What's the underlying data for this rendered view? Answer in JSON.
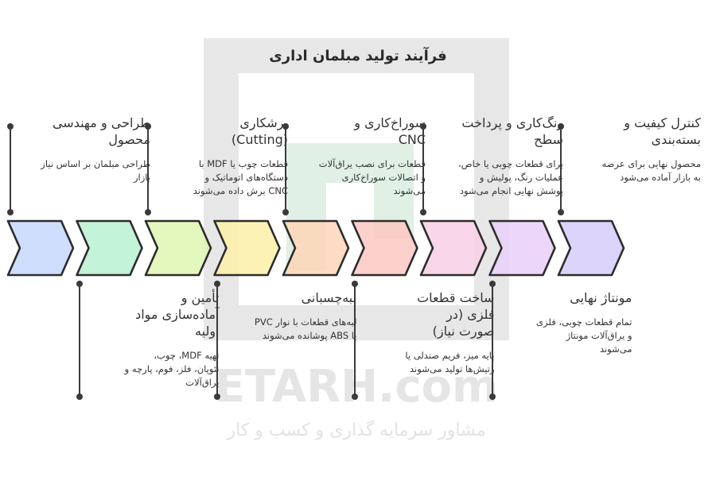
{
  "title": "فرآیند تولید مبلمان اداری",
  "watermark": {
    "brand": "ETARH.com",
    "tagline": "مشاور سرمایه گذاری و کسب و کار"
  },
  "steps": [
    {
      "title": "طراحی و مهندسی\nمحصول",
      "desc": "طراحی مبلمان بر اساس نیاز\nبازار",
      "position": "top",
      "color": "#c7d8fb"
    },
    {
      "title": "تأمین و\nآماده‌سازی مواد\nاولیه",
      "desc": "تهیه MDF، چوب،\nنئوپان، فلز، فوم، پارچه و\nیراق‌آلات",
      "position": "bottom",
      "color": "#b8f1d1"
    },
    {
      "title": "برشکاری\n(Cutting)",
      "desc": "قطعات چوب یا MDF با\nدستگاه‌های اتوماتیک و\nCNC برش داده می‌شوند",
      "position": "top",
      "color": "#dff6b2"
    },
    {
      "title": "لبه‌چسبانی",
      "desc": "لبه‌های قطعات با نوار PVC\nیا ABS پوشانده می‌شوند",
      "position": "bottom",
      "color": "#fdf0a8"
    },
    {
      "title": "سوراخ‌کاری و\nCNC",
      "desc": "قطعات برای نصب یراق‌آلات\nو اتصالات سوراخ‌کاری\nمی‌شوند",
      "position": "top",
      "color": "#fdd6b8"
    },
    {
      "title": "ساخت قطعات\nفلزی (در\nصورت نیاز)",
      "desc": "پایه میز، فریم صندلی یا\nرتیش‌ها تولید می‌شوند",
      "position": "bottom",
      "color": "#fbc8c2"
    },
    {
      "title": "رنگ‌کاری و پرداخت\nسطح",
      "desc": "برای قطعات چوبی یا خاص،\nعملیات رنگ، پولیش و\nپوشش نهایی انجام می‌شود",
      "position": "top",
      "color": "#f8cfe6"
    },
    {
      "title": "مونتاژ نهایی",
      "desc": "تمام قطعات چوبی، فلزی\nو یراق‌آلات مونتاژ\nمی‌شوند",
      "position": "bottom",
      "color": "#e9cff8"
    },
    {
      "title": "کنترل کیفیت و\nبسته‌بندی",
      "desc": "محصول نهایی برای عرضه\nبه بازار آماده می‌شود",
      "position": "top",
      "color": "#d6ccfa"
    }
  ]
}
